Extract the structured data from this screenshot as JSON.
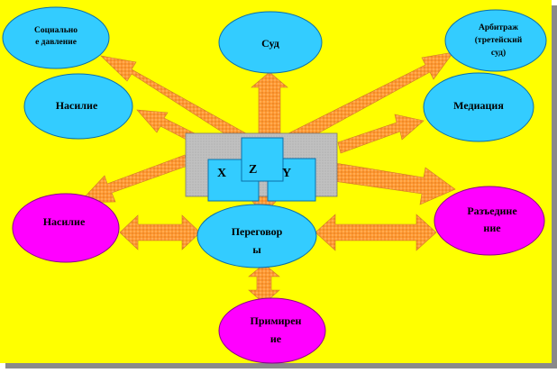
{
  "colors": {
    "background": "#ffff00",
    "cyan_node": "#33ccff",
    "magenta_node": "#ff00ff",
    "arrow": "#ff9933",
    "grey_box": "#c0c0c0",
    "party_box": "#33ccff"
  },
  "parties": {
    "x": "X",
    "z": "Z",
    "y": "Y"
  },
  "nodes": {
    "social_pressure": {
      "line1": "Социально",
      "line2": "е давление"
    },
    "court": {
      "label": "Суд"
    },
    "arbitration": {
      "line1": "Арбитраж",
      "line2": "(третейский",
      "line3": "суд)"
    },
    "violence_top": {
      "label": "Насилие"
    },
    "mediation": {
      "label": "Медиация"
    },
    "violence_bottom": {
      "label": "Насилие"
    },
    "negotiations": {
      "line1": "Переговор",
      "line2": "ы"
    },
    "separation": {
      "line1": "Разъедине",
      "line2": "ние"
    },
    "reconciliation": {
      "line1": "Примирен",
      "line2": "ие"
    }
  }
}
